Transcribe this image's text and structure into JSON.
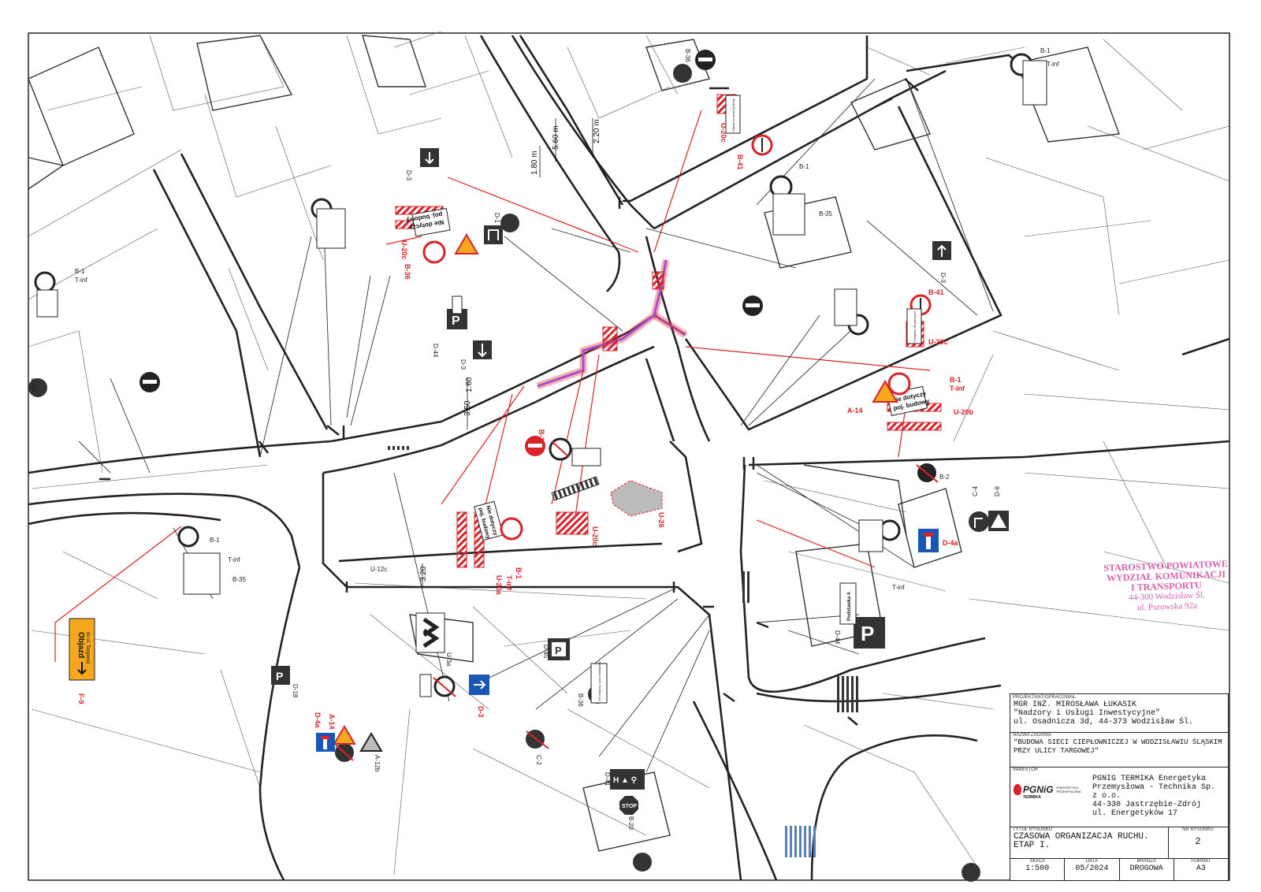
{
  "colors": {
    "line": "#222222",
    "red": "#d9232a",
    "purple": "#a64ec8",
    "blue": "#1a56b5",
    "stamp": "#d2379a",
    "yellow": "#f4a81d"
  },
  "dims": {
    "d1": "5.60 m",
    "d2": "2.20 m",
    "d3": "1.80 m",
    "d4": "3.50",
    "d5": "1.60",
    "d6": "3.20"
  },
  "sign_labels": {
    "b1a": "B-1",
    "b1b": "B-1",
    "b1c": "B-1",
    "b1d": "B-1",
    "b1e": "B-1",
    "b2a": "B-2",
    "b2b": "B-2",
    "b35a": "B-35",
    "b35b": "B-35",
    "b36a": "B-36",
    "b36b": "B-36",
    "b36c": "B-36",
    "b36d": "B-36",
    "b41": "B-41",
    "b20": "B-20",
    "a14a": "A-14",
    "a14b": "A-14",
    "a12b": "A-12b",
    "c2": "C-2",
    "c4": "C-4",
    "d1": "D-1",
    "d3a": "D-3",
    "d3b": "D-3",
    "d3c": "D-3",
    "d3d": "D-3",
    "d4a": "D-4a",
    "d4b": "D-4a",
    "d6": "D-6",
    "d18": "D-18",
    "d44a": "D-44",
    "d44b": "D-44",
    "d45": "D-45",
    "d41": "D-41",
    "u20a": "U-20a",
    "u20b": "U-20b",
    "u20c": "U-20c",
    "u20c2": "U-20c",
    "u26": "U-26",
    "u3a": "U-3a",
    "u12c": "U-12c",
    "f9": "F-9",
    "tinf1": "T-inf",
    "tinf2": "T-inf",
    "tinf3": "T-inf",
    "tinf4": "T-inf",
    "tinf5": "T-inf",
    "tinf6": "T-inf"
  },
  "board_text": {
    "nie_dotyczy": "Nie dotyczy",
    "poj_budowy": "poj. budowy",
    "objazd1": "Objazd",
    "objazd2": "do ul. Targowej",
    "podstawka": "Podstawka A",
    "stop": "STOP",
    "nie_dotyczy_czas": "Nie dotyczy czas rozładunku",
    "wjazd": "Wjazd na teren budowy",
    "poza": "Przejście dla pieszych"
  },
  "tb": {
    "l_proj": "PROJEKTANT/OPRACOWAŁ",
    "proj1": "MGR INŻ. MIROSŁAWA ŁUKASIK",
    "proj2": "\"Nadzory i Usługi Inwestycyjne\"",
    "proj3": "ul. Osadnicza 3d, 44-373 Wodzisław Śl.",
    "l_zad": "NAZWA ZADANIA",
    "zad1": "\"BUDOWA SIECI CIEPŁOWNICZEJ W WODZISŁAWIU ŚLĄSKIM",
    "zad2": "PRZY ULICY TARGOWEJ\"",
    "l_inw": "INWESTOR",
    "logo1": "PGNiG",
    "logo2": "TERMIKA",
    "logo3": "ENERGETYKA PRZEMYSŁOWA",
    "inw1": "PGNIG TERMIKA Energetyka",
    "inw2": "Przemysłowa - Technika Sp.",
    "inw3": "z o.o.",
    "inw4": "44-330 Jastrzębie-Zdrój",
    "inw5": "ul. Energetyków 17",
    "l_tyt": "TYTUŁ RYSUNKU",
    "l_nr": "NR RYSUNKU",
    "tyt1": "CZASOWA ORGANIZACJA RUCHU.",
    "tyt2": "ETAP I.",
    "nr": "2",
    "l_skala": "SKALA",
    "l_data": "DATA",
    "l_branza": "BRANŻA",
    "l_format": "FORMAT",
    "skala": "1:500",
    "data": "05/2024",
    "branza": "DROGOWA",
    "format": "A3"
  },
  "stamp": {
    "s1": "STAROSTWO POWIATOWE",
    "s2": "WYDZIAŁ KOMUNIKACJI",
    "s3": "I TRANSPORTU",
    "s4": "44-300 Wodzisław Śl.",
    "s5": "ul. Pszowska 92a"
  }
}
